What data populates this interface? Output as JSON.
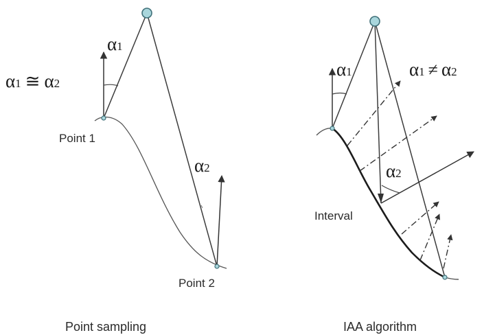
{
  "left_panel": {
    "point1_label": "Point 1",
    "point2_label": "Point 2",
    "alpha1": {
      "symbol": "α",
      "sub": "1"
    },
    "alpha2": {
      "symbol": "α",
      "sub": "2"
    },
    "relation": {
      "lhs_symbol": "α",
      "lhs_sub": "1",
      "operator": "≅",
      "rhs_symbol": "α",
      "rhs_sub": "2"
    },
    "caption": "Point sampling"
  },
  "right_panel": {
    "interval_label": "Interval",
    "alpha1": {
      "symbol": "α",
      "sub": "1"
    },
    "alpha2": {
      "symbol": "α",
      "sub": "2"
    },
    "relation": {
      "lhs_symbol": "α",
      "lhs_sub": "1",
      "operator": "≠",
      "rhs_symbol": "α",
      "rhs_sub": "2"
    },
    "caption": "IAA algorithm"
  },
  "colors": {
    "line": "#3c3c3c",
    "node_fill": "#a9d6dc",
    "node_stroke": "#3f6f78",
    "text": "#2a2a2a"
  }
}
